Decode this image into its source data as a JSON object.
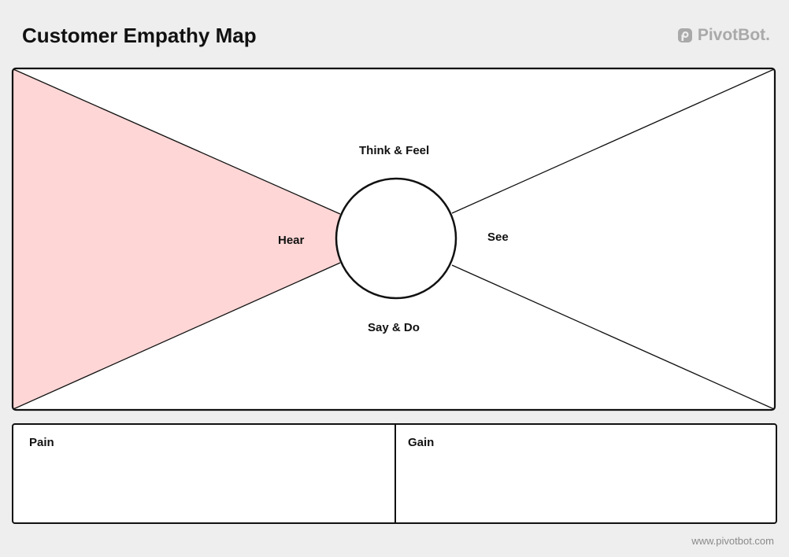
{
  "page": {
    "title": "Customer Empathy Map",
    "brand": "PivotBot.",
    "footer_url": "www.pivotbot.com"
  },
  "map": {
    "sections": {
      "think_feel": "Think & Feel",
      "hear": "Hear",
      "see": "See",
      "say_do": "Say & Do"
    },
    "highlighted_section": "hear",
    "highlight_color": "#ffd6d6"
  },
  "bottom": {
    "pain_label": "Pain",
    "gain_label": "Gain"
  },
  "colors": {
    "background": "#eeeeee",
    "panel": "#ffffff",
    "stroke": "#111111",
    "brand": "#a9a9a9",
    "footer": "#8a8a8a"
  },
  "icons": {
    "brand_logo": "pivotbot-logo-icon"
  }
}
